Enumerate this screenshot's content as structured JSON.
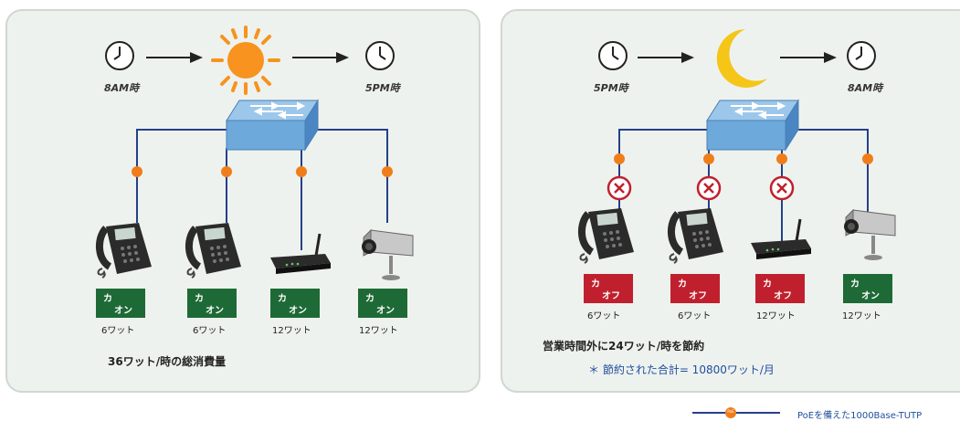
{
  "colors": {
    "on": "#1e6a36",
    "off": "#c0202e",
    "line": "#24408a",
    "poe": "#f07d1a",
    "sun": "#f7931e",
    "moon": "#f5c518"
  },
  "left": {
    "time_start": "8AM時",
    "time_end": "5PM時",
    "devices": [
      {
        "icon": "ip-phone-icon",
        "state_label": "カ",
        "state": "オン",
        "status": "on",
        "watt": "6ワット"
      },
      {
        "icon": "ip-phone-icon",
        "state_label": "カ",
        "state": "オン",
        "status": "on",
        "watt": "6ワット"
      },
      {
        "icon": "wireless-router-icon",
        "state_label": "カ",
        "state": "オン",
        "status": "on",
        "watt": "12ワット"
      },
      {
        "icon": "ip-camera-icon",
        "state_label": "カ",
        "state": "オン",
        "status": "on",
        "watt": "12ワット"
      }
    ],
    "total": "36ワット/時の総消費量"
  },
  "right": {
    "time_start": "5PM時",
    "time_end": "8AM時",
    "devices": [
      {
        "icon": "ip-phone-icon",
        "state_label": "カ",
        "state": "オフ",
        "status": "off",
        "watt": "6ワット"
      },
      {
        "icon": "ip-phone-icon",
        "state_label": "カ",
        "state": "オフ",
        "status": "off",
        "watt": "6ワット"
      },
      {
        "icon": "wireless-router-icon",
        "state_label": "カ",
        "state": "オフ",
        "status": "off",
        "watt": "12ワット"
      },
      {
        "icon": "ip-camera-icon",
        "state_label": "カ",
        "state": "オン",
        "status": "on",
        "watt": "12ワット"
      }
    ],
    "total": "営業時間外に24ワット/時を節約",
    "saved": "＊ 節約された合計= 10800ワット/月"
  },
  "legend": {
    "label": "PoEを備えた1000Base-TUTP",
    "badge": "PoE"
  }
}
